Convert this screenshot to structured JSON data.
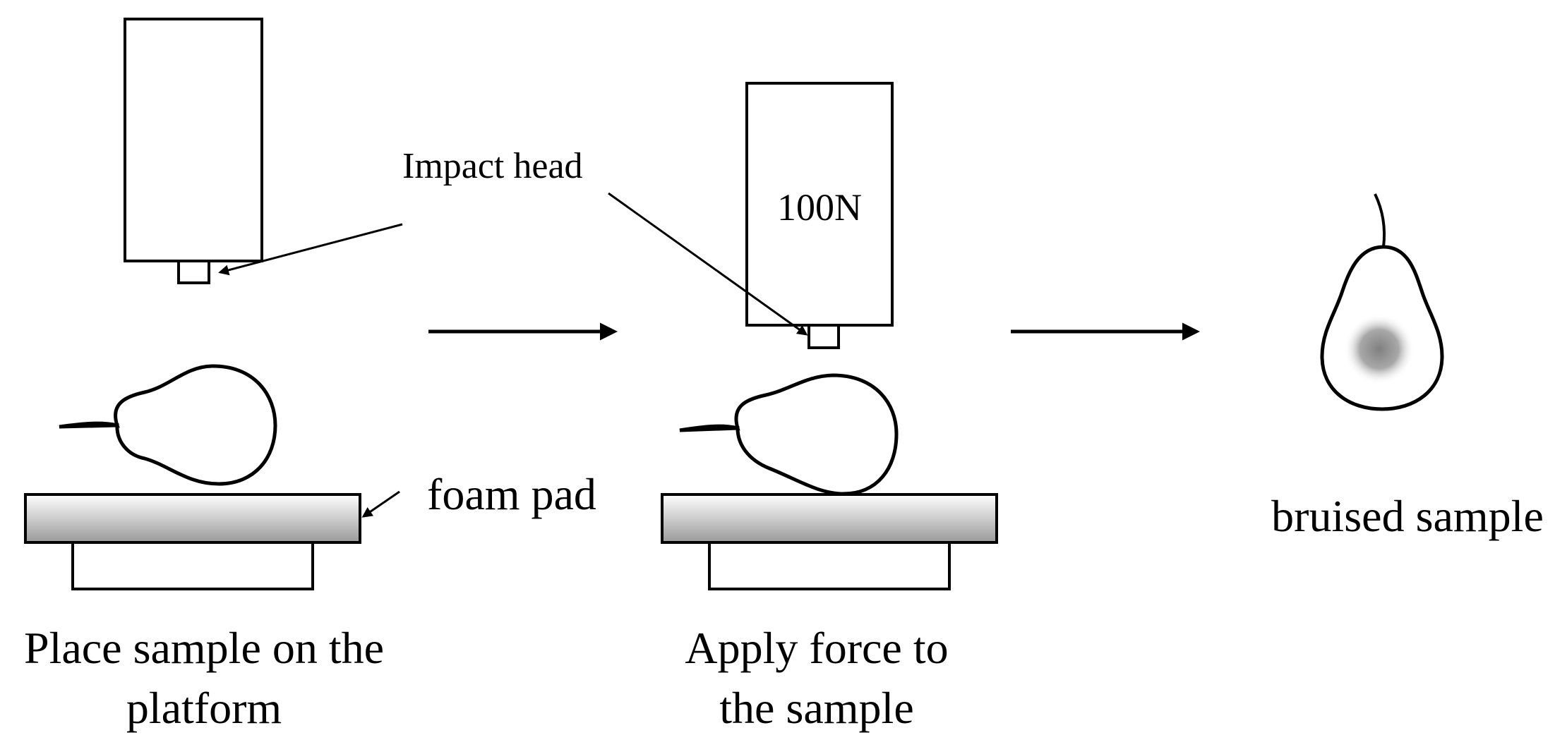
{
  "labels": {
    "impact_head": "Impact head",
    "force": "100N",
    "foam_pad": "foam pad",
    "bruised_sample": "bruised sample",
    "step1_line1": "Place sample on the",
    "step1_line2": "platform",
    "step2_line1": "Apply force to",
    "step2_line2": "the sample"
  },
  "colors": {
    "line": "#000000",
    "pad_light": "#ffffff",
    "pad_dark": "#9a9a9a",
    "bruise": "#808080",
    "background": "#ffffff"
  }
}
